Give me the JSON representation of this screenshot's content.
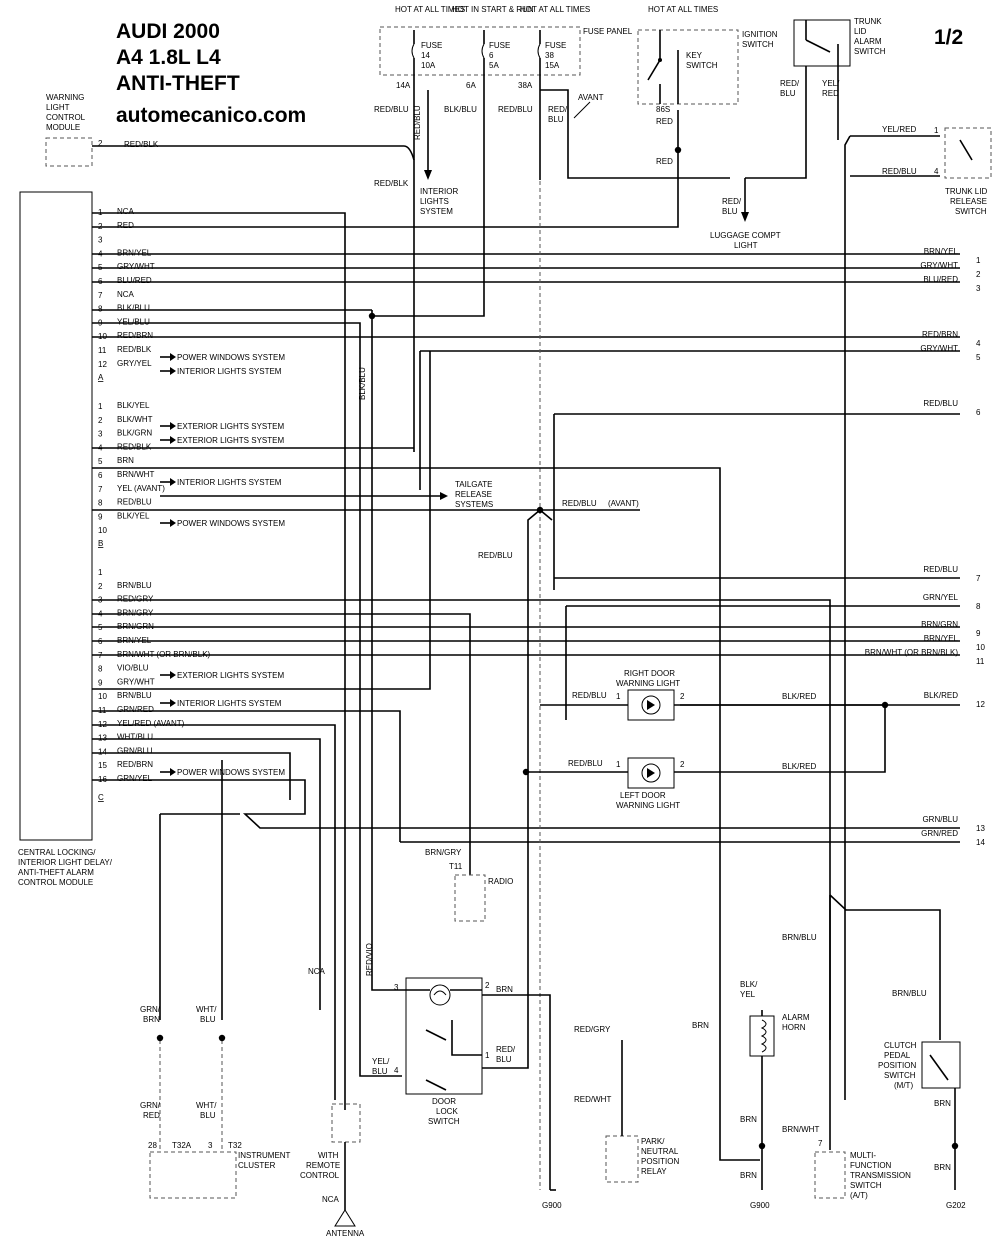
{
  "header": {
    "title_line1": "AUDI 2000",
    "title_line2": "A4 1.8L L4",
    "title_line3": "ANTI-THEFT",
    "website": "automecanico.com",
    "page": "1/2"
  },
  "fuse_panel": {
    "label": "FUSE PANEL",
    "col1_header": "HOT AT ALL TIMES",
    "col2_header": "HOT IN START & RUN",
    "col3_header": "HOT AT ALL TIMES",
    "fuses": [
      {
        "name": "FUSE",
        "number": "14",
        "amps": "10A",
        "terminal": "14A"
      },
      {
        "name": "FUSE",
        "number": "6",
        "amps": "5A",
        "terminal": "6A"
      },
      {
        "name": "FUSE",
        "number": "38",
        "amps": "15A",
        "terminal": "38A"
      }
    ]
  },
  "components": {
    "warning_module": "WARNING LIGHT CONTROL MODULE",
    "control_module": "CENTRAL LOCKING/ INTERIOR LIGHT DELAY/ ANTI-THEFT ALARM CONTROL MODULE",
    "ignition_switch": "IGNITION SWITCH",
    "ignition_hot": "HOT AT ALL TIMES",
    "key_switch": "KEY SWITCH",
    "trunk_lid_alarm": "TRUNK LID ALARM SWITCH",
    "trunk_lid_release": "TRUNK LID RELEASE SWITCH",
    "luggage_light": "LUGGAGE COMPT LIGHT",
    "interior_lights": "INTERIOR LIGHTS SYSTEM",
    "tailgate": "TAILGATE RELEASE SYSTEMS",
    "right_door_light": "RIGHT DOOR WARNING LIGHT",
    "left_door_light": "LEFT DOOR WARNING LIGHT",
    "radio": "RADIO",
    "radio_conn": "T11",
    "door_lock": "DOOR LOCK SWITCH",
    "alarm_horn": "ALARM HORN",
    "clutch": "CLUTCH PEDAL POSITION SWITCH (M/T)",
    "multifunction": "MULTI-FUNCTION TRANSMISSION SWITCH (A/T)",
    "park_relay": "PARK/ NEUTRAL POSITION RELAY",
    "instrument_cluster": "INSTRUMENT CLUSTER",
    "remote_control": "WITH REMOTE CONTROL",
    "antenna": "ANTENNA",
    "avant": "AVANT",
    "conn_t32a": "T32A",
    "conn_t32": "T32",
    "g900a": "G900",
    "g900b": "G900",
    "g202": "G202"
  },
  "systems": {
    "power_windows": "POWER WINDOWS SYSTEM",
    "interior_lights": "INTERIOR LIGHTS SYSTEM",
    "exterior_lights": "EXTERIOR LIGHTS SYSTEM"
  },
  "connectors": {
    "a": "A",
    "b": "B",
    "c": "C"
  },
  "connector_a_pins": [
    {
      "pin": "1",
      "wire": "NCA"
    },
    {
      "pin": "2",
      "wire": "RED"
    },
    {
      "pin": "3",
      "wire": ""
    },
    {
      "pin": "4",
      "wire": "BRN/YEL"
    },
    {
      "pin": "5",
      "wire": "GRY/WHT"
    },
    {
      "pin": "6",
      "wire": "BLU/RED"
    },
    {
      "pin": "7",
      "wire": "NCA"
    },
    {
      "pin": "8",
      "wire": "BLK/BLU"
    },
    {
      "pin": "9",
      "wire": "YEL/BLU"
    },
    {
      "pin": "10",
      "wire": "RED/BRN"
    },
    {
      "pin": "11",
      "wire": "RED/BLK"
    },
    {
      "pin": "12",
      "wire": "GRY/YEL"
    }
  ],
  "connector_b_pins": [
    {
      "pin": "1",
      "wire": "BLK/YEL"
    },
    {
      "pin": "2",
      "wire": "BLK/WHT"
    },
    {
      "pin": "3",
      "wire": "BLK/GRN"
    },
    {
      "pin": "4",
      "wire": "RED/BLK"
    },
    {
      "pin": "5",
      "wire": "BRN"
    },
    {
      "pin": "6",
      "wire": "BRN/WHT"
    },
    {
      "pin": "7",
      "wire": "YEL  (AVANT)"
    },
    {
      "pin": "8",
      "wire": "RED/BLU"
    },
    {
      "pin": "9",
      "wire": "BLK/YEL"
    },
    {
      "pin": "10",
      "wire": ""
    }
  ],
  "connector_c_pins": [
    {
      "pin": "1",
      "wire": ""
    },
    {
      "pin": "2",
      "wire": "BRN/BLU"
    },
    {
      "pin": "3",
      "wire": "RED/GRY"
    },
    {
      "pin": "4",
      "wire": "BRN/GRY"
    },
    {
      "pin": "5",
      "wire": "BRN/GRN"
    },
    {
      "pin": "6",
      "wire": "BRN/YEL"
    },
    {
      "pin": "7",
      "wire": "BRN/WHT (OR BRN/BLK)"
    },
    {
      "pin": "8",
      "wire": "VIO/BLU"
    },
    {
      "pin": "9",
      "wire": "GRY/WHT"
    },
    {
      "pin": "10",
      "wire": "BRN/BLU"
    },
    {
      "pin": "11",
      "wire": "GRN/RED"
    },
    {
      "pin": "12",
      "wire": "YEL/RED      (AVANT)"
    },
    {
      "pin": "13",
      "wire": "WHT/BLU"
    },
    {
      "pin": "14",
      "wire": "GRN/BLU"
    },
    {
      "pin": "15",
      "wire": "RED/BRN"
    },
    {
      "pin": "16",
      "wire": "GRN/YEL"
    }
  ],
  "right_refs": [
    {
      "ref": "1",
      "wire": "BRN/YEL"
    },
    {
      "ref": "2",
      "wire": "GRY/WHT"
    },
    {
      "ref": "3",
      "wire": "BLU/RED"
    },
    {
      "ref": "4",
      "wire": "RED/BRN"
    },
    {
      "ref": "5",
      "wire": "GRY/WHT"
    },
    {
      "ref": "6",
      "wire": "RED/BLU"
    },
    {
      "ref": "7",
      "wire": "RED/BLU"
    },
    {
      "ref": "8",
      "wire": "GRN/YEL"
    },
    {
      "ref": "9",
      "wire": "BRN/GRN"
    },
    {
      "ref": "10",
      "wire": "BRN/YEL"
    },
    {
      "ref": "11",
      "wire": "BRN/WHT (OR BRN/BLK)"
    },
    {
      "ref": "12",
      "wire": "BLK/RED"
    },
    {
      "ref": "13",
      "wire": "GRN/BLU"
    },
    {
      "ref": "14",
      "wire": "GRN/RED"
    }
  ],
  "wire_labels": {
    "red_blk": "RED/BLK",
    "red_blu": "RED/BLU",
    "blk_blu": "BLK/BLU",
    "red": "RED",
    "yel_red": "YEL/RED",
    "brn_blu": "BRN/BLU",
    "blk_red": "BLK/RED",
    "brn_gry": "BRN/GRY",
    "red_vio": "RED/VIO",
    "brn": "BRN",
    "red_gry": "RED/GRY",
    "red_wht": "RED/WHT",
    "brn_wht": "BRN/WHT",
    "nca": "NCA",
    "blk_yel": "BLK/ YEL",
    "yel_blu": "YEL/ BLU",
    "red_blu2": "RED/ BLU",
    "yel_red2": "YEL/ RED",
    "grn_brn": "GRN/ BRN",
    "wht_blu": "WHT/ BLU",
    "grn_red": "GRN/ RED",
    "wht_blu2": "WHT/ BLU",
    "red_blu_avant": "(AVANT)",
    "pin_86s": "86S"
  }
}
